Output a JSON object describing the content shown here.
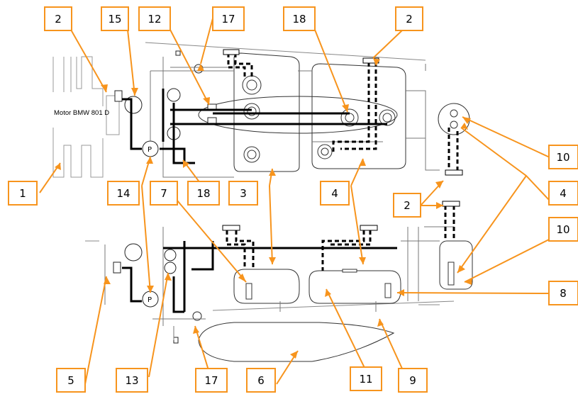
{
  "engine_label": "Motor BMW 801 D",
  "callouts": [
    {
      "label": "2"
    },
    {
      "label": "15"
    },
    {
      "label": "12"
    },
    {
      "label": "17"
    },
    {
      "label": "18"
    },
    {
      "label": "2"
    },
    {
      "label": "1"
    },
    {
      "label": "14"
    },
    {
      "label": "18"
    },
    {
      "label": "7"
    },
    {
      "label": "3"
    },
    {
      "label": "4"
    },
    {
      "label": "2"
    },
    {
      "label": "10"
    },
    {
      "label": "4"
    },
    {
      "label": "10"
    },
    {
      "label": "8"
    },
    {
      "label": "5"
    },
    {
      "label": "13"
    },
    {
      "label": "17"
    },
    {
      "label": "6"
    },
    {
      "label": "11"
    },
    {
      "label": "9"
    }
  ],
  "pump_label": "P",
  "colors": {
    "callout": "#f7941d",
    "line": "#000000",
    "thin": "#777777",
    "background": "#ffffff"
  }
}
